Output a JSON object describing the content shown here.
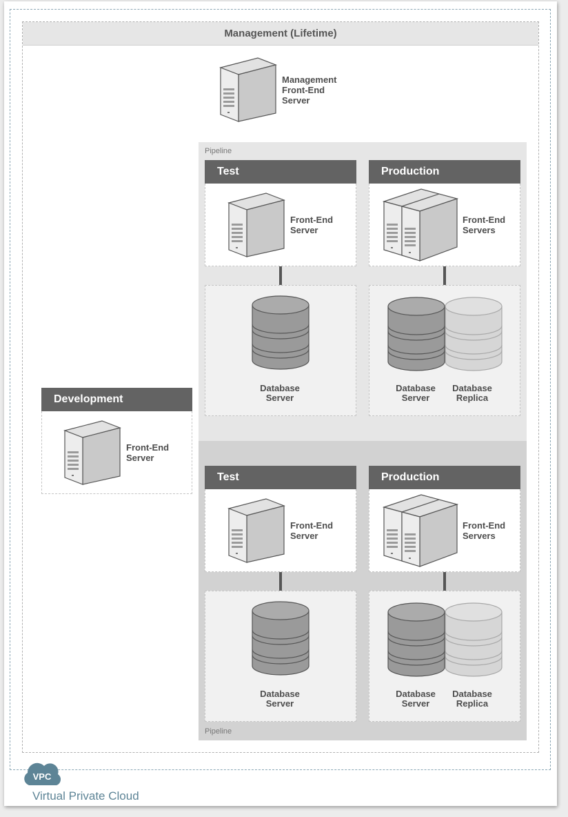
{
  "management": {
    "header": "Management (Lifetime)",
    "server_label": [
      "Management",
      "Front-End",
      "Server"
    ]
  },
  "development": {
    "header": "Development",
    "server_label": [
      "Front-End",
      "Server"
    ]
  },
  "pipelines": [
    {
      "label": "Pipeline",
      "test": {
        "header": "Test",
        "fe_label": [
          "Front-End",
          "Server"
        ],
        "db_label": [
          "Database",
          "Server"
        ]
      },
      "production": {
        "header": "Production",
        "fe_label": [
          "Front-End",
          "Servers"
        ],
        "db_label": [
          "Database",
          "Server"
        ],
        "replica_label": [
          "Database",
          "Replica"
        ]
      }
    },
    {
      "label": "Pipeline",
      "test": {
        "header": "Test",
        "fe_label": [
          "Front-End",
          "Server"
        ],
        "db_label": [
          "Database",
          "Server"
        ]
      },
      "production": {
        "header": "Production",
        "fe_label": [
          "Front-End",
          "Servers"
        ],
        "db_label": [
          "Database",
          "Server"
        ],
        "replica_label": [
          "Database",
          "Replica"
        ]
      }
    }
  ],
  "vpc": {
    "badge": "VPC",
    "caption": "Virtual Private Cloud"
  },
  "colors": {
    "env_header": "#636363",
    "server_face": "#cfcfcf",
    "db_primary": "#9a9a9a",
    "db_replica": "#d6d6d6",
    "vpc_accent": "#5d8496"
  }
}
